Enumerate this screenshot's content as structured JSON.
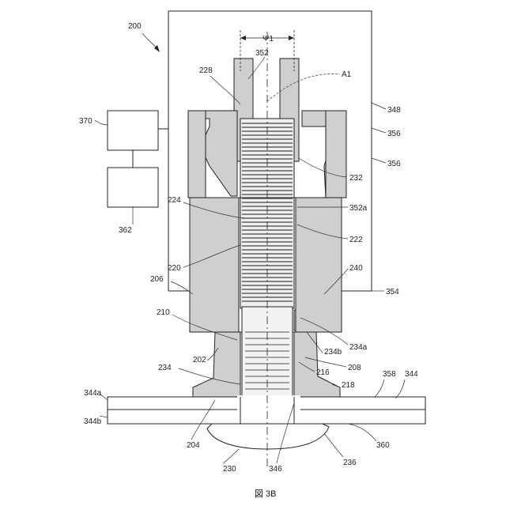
{
  "figure": {
    "caption": "図 3B",
    "ref_200": "200",
    "dimension_label": "Ψ1",
    "axis_label": "A1"
  },
  "labels": {
    "l352": "352",
    "l228": "228",
    "l348": "348",
    "l356a": "356",
    "l356b": "356",
    "l370": "370",
    "l362": "362",
    "l232": "232",
    "l224": "224",
    "l352a": "352a",
    "l222": "222",
    "l220": "220",
    "l240": "240",
    "l206": "206",
    "l354": "354",
    "l210": "210",
    "l234a": "234a",
    "l234b": "234b",
    "l202": "202",
    "l208": "208",
    "l234": "234",
    "l216": "216",
    "l218": "218",
    "l358": "358",
    "l344": "344",
    "l344a": "344a",
    "l344b": "344b",
    "l204": "204",
    "l230": "230",
    "l346": "346",
    "l236": "236",
    "l360": "360"
  },
  "colors": {
    "line": "#222222",
    "hatch": "#888888",
    "fill": "#cfcfcf"
  }
}
